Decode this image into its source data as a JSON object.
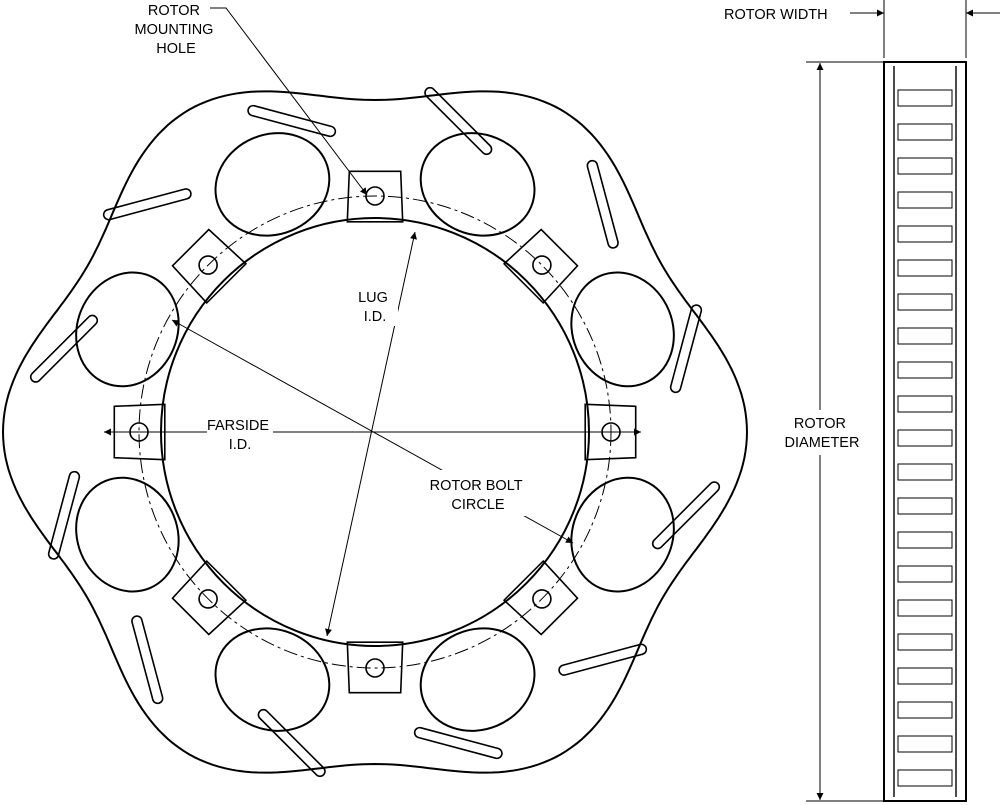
{
  "labels": {
    "mounting_hole": [
      "ROTOR",
      "MOUNTING",
      "HOLE"
    ],
    "rotor_width": "ROTOR WIDTH",
    "lug_id": [
      "LUG",
      "I.D."
    ],
    "farside_id": [
      "FARSIDE",
      "I.D."
    ],
    "bolt_circle": [
      "ROTOR BOLT",
      "CIRCLE"
    ],
    "rotor_diameter": [
      "ROTOR",
      "DIAMETER"
    ]
  },
  "rotor": {
    "mounting_hole_count": 8,
    "outer_lobe_count": 6,
    "face_slot_count": 12
  }
}
